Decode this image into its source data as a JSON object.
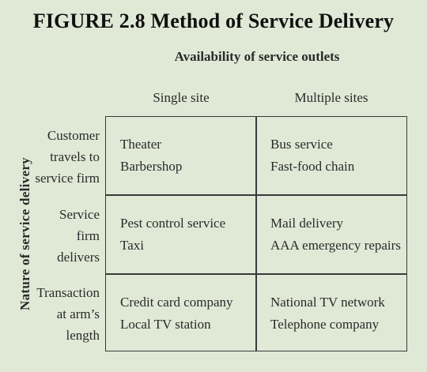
{
  "title": "FIGURE 2.8 Method of Service Delivery",
  "column_axis": {
    "heading": "Availability of service outlets",
    "labels": [
      "Single site",
      "Multiple sites"
    ]
  },
  "row_axis": {
    "heading": "Nature of service delivery",
    "rows": [
      {
        "lines": [
          "Customer",
          "travels to",
          "service firm"
        ]
      },
      {
        "lines": [
          "Service",
          "firm",
          "delivers"
        ]
      },
      {
        "lines": [
          "Transaction",
          "at arm’s",
          "length"
        ]
      }
    ]
  },
  "cells": [
    [
      [
        "Theater",
        "Barbershop"
      ],
      [
        "Bus service",
        "Fast-food chain"
      ]
    ],
    [
      [
        "Pest control service",
        "Taxi"
      ],
      [
        "Mail delivery",
        "AAA emergency repairs"
      ]
    ],
    [
      [
        "Credit card company",
        "Local TV station"
      ],
      [
        "National TV network",
        "Telephone company"
      ]
    ]
  ]
}
